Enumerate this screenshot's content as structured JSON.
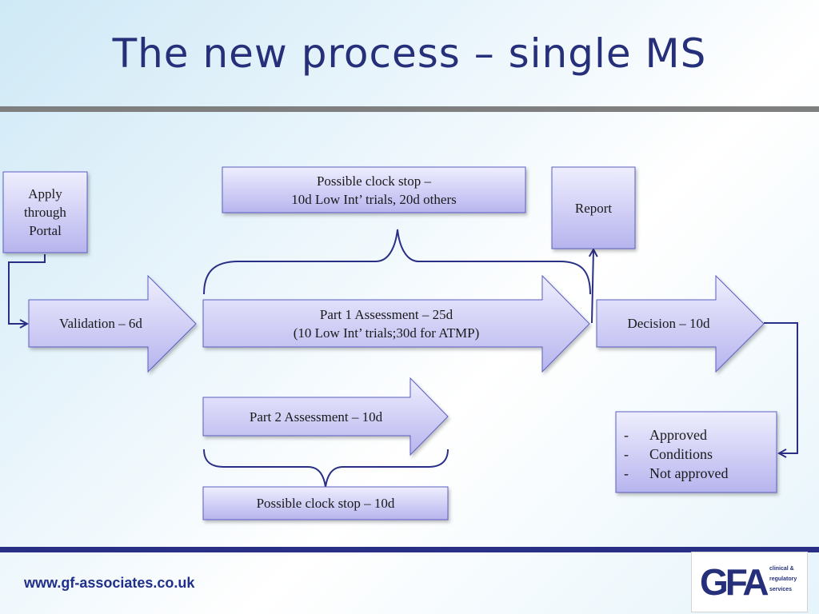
{
  "slide": {
    "title": "The new process – single MS",
    "footer_url": "www.gf-associates.co.uk"
  },
  "logo": {
    "mark": "GFA",
    "tagline": [
      "clinical &",
      "regulatory",
      "services"
    ]
  },
  "diagram": {
    "apply": [
      "Apply",
      "through",
      "Portal"
    ],
    "validation": "Validation – 6d",
    "part1": [
      "Part 1 Assessment – 25d",
      "(10 Low Int’ trials;30d for ATMP)"
    ],
    "part1_clock_stop": [
      "Possible clock stop –",
      "10d Low Int’ trials, 20d others"
    ],
    "report": "Report",
    "decision": "Decision – 10d",
    "part2": "Part 2 Assessment – 10d",
    "part2_clock_stop": "Possible clock stop – 10d",
    "outcomes": [
      "Approved",
      "Conditions",
      "Not approved"
    ],
    "outcome_bullet": "-"
  },
  "colors": {
    "title": "#26307a",
    "shape_fill_top": "#eeeefe",
    "shape_fill_bottom": "#b7b4ee",
    "shape_stroke": "#5b5fc2",
    "connector": "#2a2f86",
    "footer_url": "#1f2f8a"
  }
}
